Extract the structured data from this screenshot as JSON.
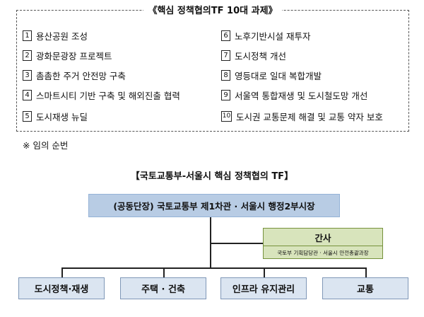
{
  "tasks": {
    "title": "《핵심 정책협의TF 10대 과제》",
    "items": [
      {
        "num": "1",
        "label": "용산공원 조성"
      },
      {
        "num": "2",
        "label": "광화문광장 프로젝트"
      },
      {
        "num": "3",
        "label": "촘촘한 주거 안전망 구축"
      },
      {
        "num": "4",
        "label": "스마트시티 기반 구축 및 해외진출 협력"
      },
      {
        "num": "5",
        "label": "도시재생 뉴딜"
      },
      {
        "num": "6",
        "label": "노후기반시설 재투자"
      },
      {
        "num": "7",
        "label": "도시정책 개선"
      },
      {
        "num": "8",
        "label": "영등대로 일대 복합개발"
      },
      {
        "num": "9",
        "label": "서울역 통합재생 및 도시철도망 개선"
      },
      {
        "num": "10",
        "label": "도시권 교통문제 해결 및 교통 약자 보호"
      }
    ]
  },
  "note": "※ 임의 순번",
  "org": {
    "title": "【국토교통부-서울시 핵심 정책협의 TF】",
    "lead": "(공동단장) 국토교통부 제1차관 · 서울시 행정2부시장",
    "gansa_title": "간사",
    "gansa_sub": "국토부 기획담당관 · 서울시 안전총괄과장",
    "units": [
      "도시정책·재생",
      "주택 · 건축",
      "인프라 유지관리",
      "교통"
    ]
  }
}
